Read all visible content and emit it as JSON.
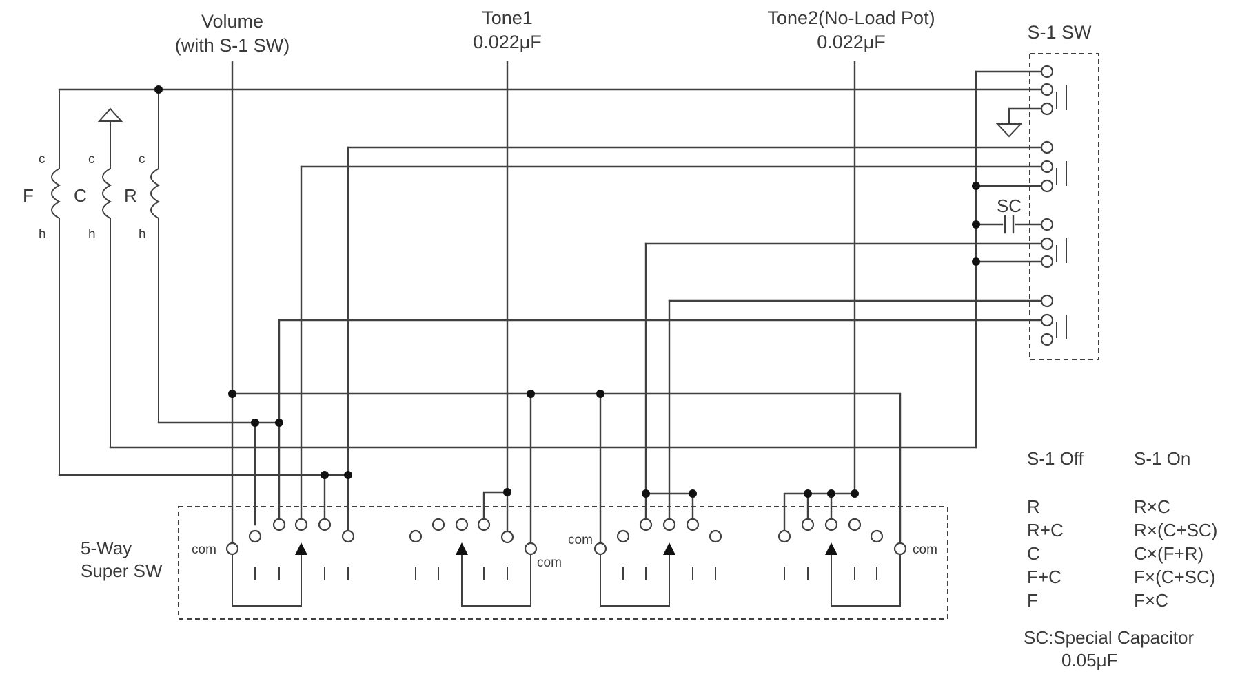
{
  "pots": {
    "volume": {
      "line1": "Volume",
      "line2": "(with S-1 SW)"
    },
    "tone1": {
      "line1": "Tone1",
      "line2": "0.022μF"
    },
    "tone2": {
      "line1": "Tone2(No-Load Pot)",
      "line2": "0.022μF"
    }
  },
  "s1_switch": {
    "title": "S-1 SW"
  },
  "pickups": {
    "names": [
      "F",
      "C",
      "R"
    ],
    "cold_label": "c",
    "hot_label": "h"
  },
  "capacitor": {
    "label": "SC"
  },
  "five_way": {
    "line1": "5-Way",
    "line2": "Super SW",
    "com_label": "com"
  },
  "table": {
    "off_header": "S-1 Off",
    "on_header": "S-1 On",
    "rows": [
      {
        "off": "R",
        "on": "R×C"
      },
      {
        "off": "R+C",
        "on": "R×(C+SC)"
      },
      {
        "off": "C",
        "on": "C×(F+R)"
      },
      {
        "off": "F+C",
        "on": "F×(C+SC)"
      },
      {
        "off": "F",
        "on": "F×C"
      }
    ]
  },
  "note": {
    "line1": "SC:Special Capacitor",
    "line2": "0.05μF"
  }
}
